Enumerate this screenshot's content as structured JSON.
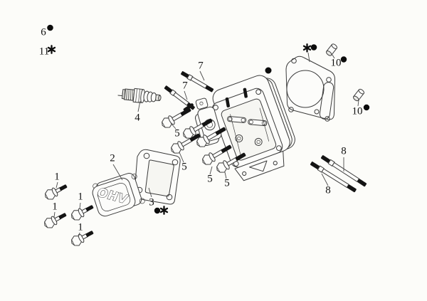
{
  "figure": {
    "background_color": "#fcfcf9",
    "line_color": "#3b3b3b",
    "embossed_text": "OHV",
    "symbols": {
      "dot": "●",
      "asterisk": "✱"
    },
    "callouts": {
      "c1": "1",
      "c2": "2",
      "c3": "3",
      "c4": "4",
      "c5": "5",
      "c6": "6",
      "c7": "7",
      "c8": "8",
      "c10": "10",
      "c11": "11"
    }
  }
}
